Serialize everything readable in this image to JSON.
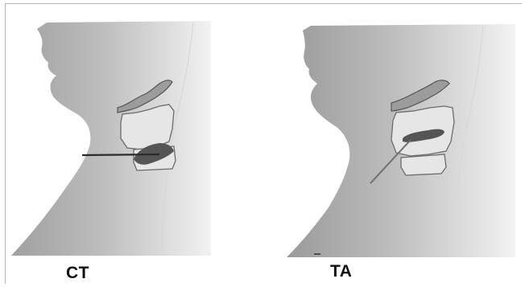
{
  "figure": {
    "panels": [
      {
        "id": "ct",
        "label": "CT"
      },
      {
        "id": "ta",
        "label": "TA"
      }
    ]
  },
  "colors": {
    "skin_light": "#ededed",
    "skin_dark": "#9a9a9a",
    "cartilage_fill": "#e2e2e2",
    "cartilage_stroke": "#6b6b6b",
    "muscle": "#555555",
    "needle": "#2b2b2b",
    "needle_ta": "#6f6f6f",
    "label": "#111111"
  }
}
